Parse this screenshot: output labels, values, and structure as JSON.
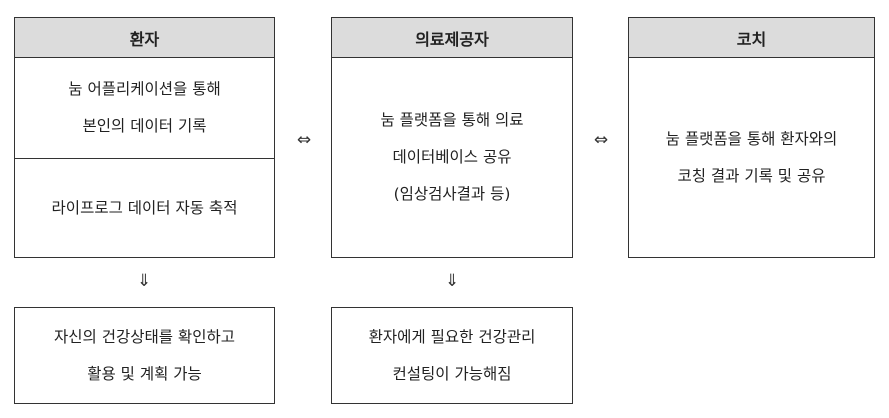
{
  "patient": {
    "title": "환자",
    "section1": [
      "눔 어플리케이션을 통해",
      "본인의 데이터 기록"
    ],
    "section2": [
      "라이프로그 데이터 자동 축적"
    ]
  },
  "provider": {
    "title": "의료제공자",
    "body": [
      "눔 플랫폼을 통해 의료",
      "데이터베이스 공유",
      "(임상검사결과 등)"
    ]
  },
  "coach": {
    "title": "코치",
    "body": [
      "눔 플랫폼을 통해 환자와의",
      "코칭 결과 기록 및 공유"
    ]
  },
  "arrows": {
    "bidirectional": "⇔",
    "down": "⇓"
  },
  "outcomes": {
    "patient": [
      "자신의 건강상태를 확인하고",
      "활용 및 계획 가능"
    ],
    "provider": [
      "환자에게 필요한 건강관리",
      "컨설팅이 가능해짐"
    ]
  }
}
